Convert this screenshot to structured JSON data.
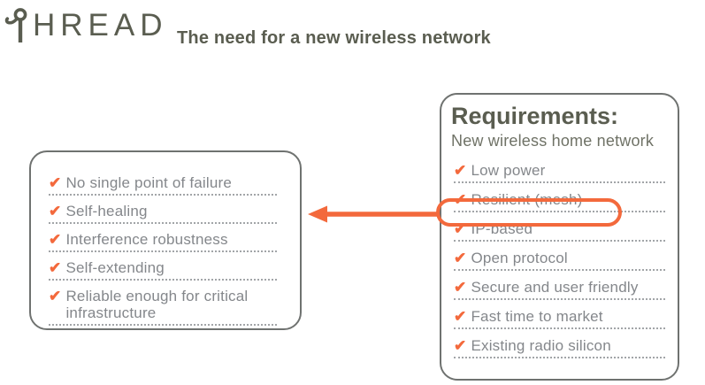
{
  "brand": {
    "logo_letters": "HREAD",
    "logo_mark": "thread-needle-glyph"
  },
  "header": {
    "title": "The need for a new wireless network"
  },
  "left_panel": {
    "items": [
      "No single point of failure",
      "Self-healing",
      "Interference robustness",
      "Self-extending",
      "Reliable enough for critical infrastructure"
    ]
  },
  "right_panel": {
    "heading": "Requirements:",
    "subheading": "New wireless home network",
    "items": [
      "Low power",
      "Resilient (mesh)",
      "IP-based",
      "Open protocol",
      "Secure and user friendly",
      "Fast time to market",
      "Existing radio silicon"
    ],
    "highlight_index": 1,
    "highlighted_item": "Resilient (mesh)"
  },
  "icons": {
    "check": "✔",
    "arrow_direction": "left"
  },
  "colors": {
    "accent_orange": "#F3693C",
    "heading_olive": "#5A5D50",
    "list_gray": "#84878B",
    "border_gray": "#6F7270",
    "dotted_line_gray": "#A2A5A8"
  }
}
